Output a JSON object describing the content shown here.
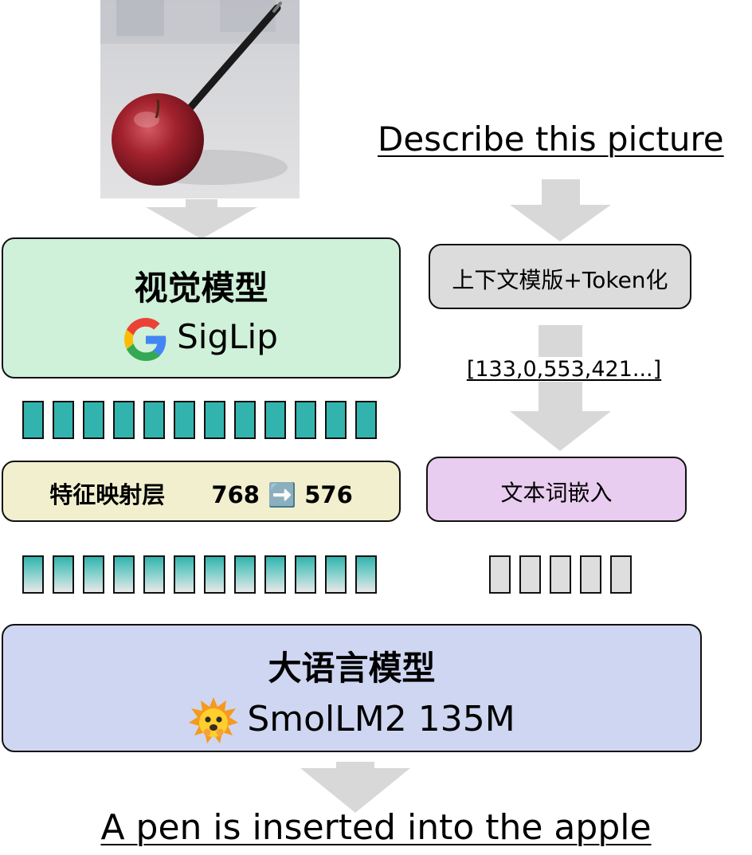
{
  "input": {
    "prompt": "Describe this picture",
    "image_icon": "apple-with-pen-photo"
  },
  "vision_model": {
    "title": "视觉模型",
    "name": "SigLip",
    "icon": "google-g-logo-icon"
  },
  "projector": {
    "label": "特征映射层",
    "dims": "768 ➡️ 576"
  },
  "text_pipeline": {
    "template_label": "上下文模版+Token化",
    "token_ids": "[133,0,553,421...]",
    "embed_label": "文本词嵌入"
  },
  "llm": {
    "title": "大语言模型",
    "name": "SmolLM2 135M",
    "icon": "hugging-face-emoji-icon"
  },
  "output": {
    "text": "A pen is inserted into the apple"
  },
  "colors": {
    "vision_bg": "#cff0d9",
    "projector_bg": "#f2efcf",
    "template_bg": "#dcdcdc",
    "embed_bg": "#e8cdf0",
    "llm_bg": "#cfd6f1",
    "token_teal": "#33b3ad",
    "arrow_grey": "#d8d8d8"
  },
  "token_counts": {
    "vision_tokens": 12,
    "projected_tokens": 12,
    "text_tokens": 5
  }
}
